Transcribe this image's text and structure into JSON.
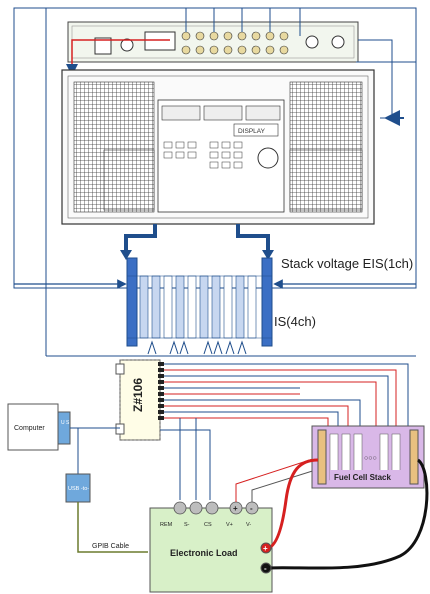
{
  "labels": {
    "stack_voltage": "Stack voltage EIS(1ch)",
    "is": "IS(4ch)",
    "computer": "Computer",
    "usb": "U S B",
    "usb_gpib": "USB -to- GPIB",
    "gpib_cable": "GPIB Cable",
    "z_device": "Z#106",
    "fuel_cell_stack": "Fuel Cell Stack",
    "electronic_load": "Electronic Load",
    "rem": "REM",
    "s_minus": "S-",
    "cs": "CS",
    "v_plus": "V+",
    "v_minus": "V-",
    "dots": "○○○",
    "display": "DISPLAY"
  },
  "colors": {
    "arrow_blue": "#1f4e8c",
    "stack_blue": "#3b6fc4",
    "load_green": "#d8f0c8",
    "fuel_purple": "#d9b8e8",
    "red_cable": "#d62020",
    "usb_blue": "#6fa8dc"
  }
}
